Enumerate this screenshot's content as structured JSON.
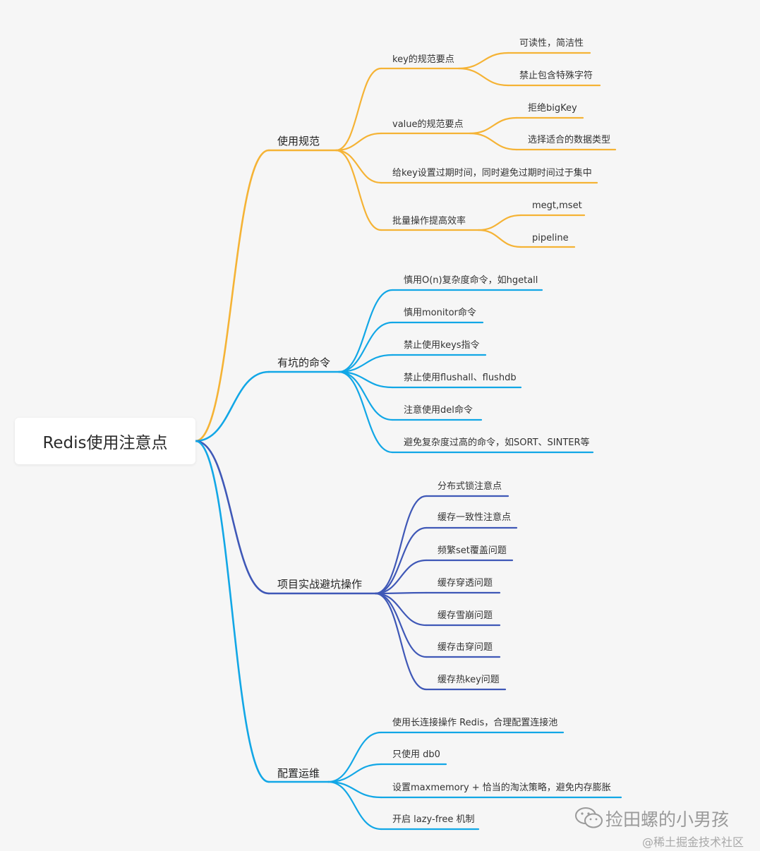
{
  "root": {
    "label": "Redis使用注意点"
  },
  "colors": {
    "yellow": "#f5b335",
    "cyan": "#12a7e6",
    "indigo": "#3f58b7"
  },
  "branches": [
    {
      "label": "使用规范",
      "color": "#f5b335",
      "children": [
        {
          "label": "key的规范要点",
          "children": [
            {
              "label": "可读性，简洁性"
            },
            {
              "label": "禁止包含特殊字符"
            }
          ]
        },
        {
          "label": "value的规范要点",
          "children": [
            {
              "label": "拒绝bigKey"
            },
            {
              "label": "选择适合的数据类型"
            }
          ]
        },
        {
          "label": "给key设置过期时间，同时避免过期时间过于集中",
          "children": []
        },
        {
          "label": "批量操作提高效率",
          "children": [
            {
              "label": "megt,mset"
            },
            {
              "label": "pipeline"
            }
          ]
        }
      ]
    },
    {
      "label": "有坑的命令",
      "color": "#12a7e6",
      "children": [
        {
          "label": "慎用O(n)复杂度命令，如hgetall"
        },
        {
          "label": "慎用monitor命令"
        },
        {
          "label": "禁止使用keys指令"
        },
        {
          "label": "禁止使用flushall、flushdb"
        },
        {
          "label": "注意使用del命令"
        },
        {
          "label": "避免复杂度过高的命令，如SORT、SINTER等"
        }
      ]
    },
    {
      "label": "项目实战避坑操作",
      "color": "#3f58b7",
      "children": [
        {
          "label": "分布式锁注意点"
        },
        {
          "label": "缓存一致性注意点"
        },
        {
          "label": "频繁set覆盖问题"
        },
        {
          "label": "缓存穿透问题"
        },
        {
          "label": "缓存雪崩问题"
        },
        {
          "label": "缓存击穿问题"
        },
        {
          "label": "缓存热key问题"
        }
      ]
    },
    {
      "label": "配置运维",
      "color": "#12a7e6",
      "children": [
        {
          "label": "使用长连接操作 Redis，合理配置连接池"
        },
        {
          "label": "只使用 db0"
        },
        {
          "label": "设置maxmemory + 恰当的淘汰策略，避免内存膨胀"
        },
        {
          "label": "开启 lazy-free 机制"
        }
      ]
    }
  ],
  "watermark": {
    "main": "捡田螺的小男孩",
    "sub": "@稀土掘金技术社区"
  }
}
